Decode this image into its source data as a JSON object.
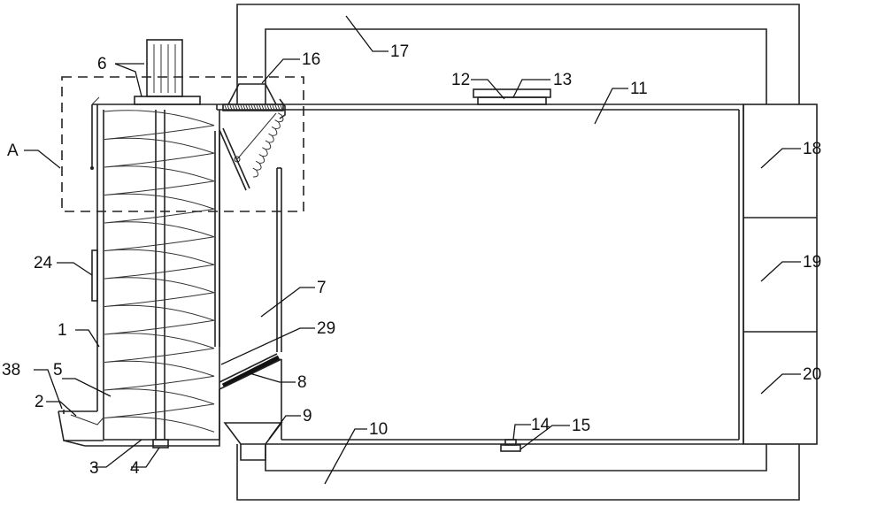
{
  "labels": {
    "A": "A",
    "n1": "1",
    "n2": "2",
    "n3": "3",
    "n4": "4",
    "n5": "5",
    "n6": "6",
    "n7": "7",
    "n8": "8",
    "n9": "9",
    "n10": "10",
    "n11": "11",
    "n12": "12",
    "n13": "13",
    "n14": "14",
    "n15": "15",
    "n16": "16",
    "n17": "17",
    "n18": "18",
    "n19": "19",
    "n20": "20",
    "n24": "24",
    "n29": "29",
    "n38": "38"
  }
}
